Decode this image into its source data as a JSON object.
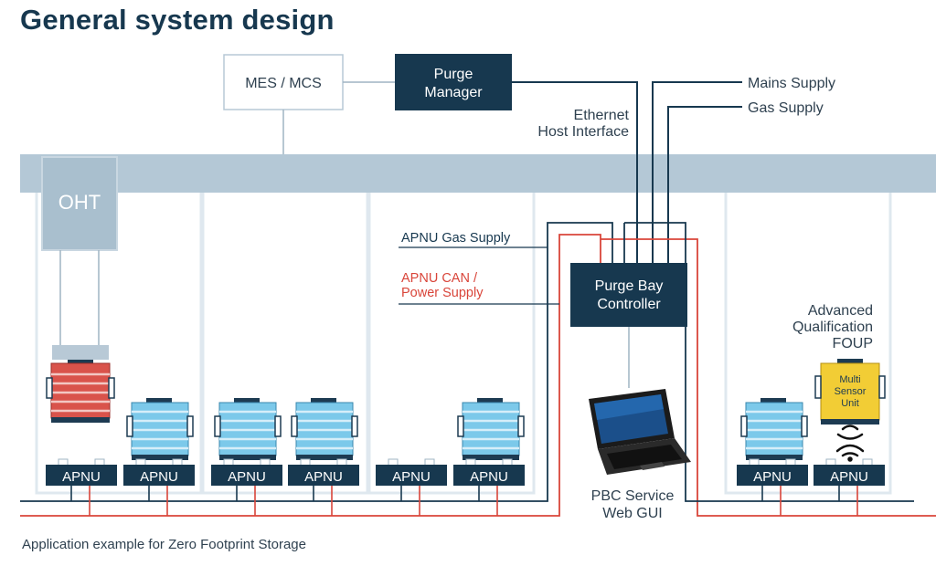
{
  "title": "General system design",
  "caption": "Application example for Zero Footprint Storage",
  "boxes": {
    "mes_mcs": "MES / MCS",
    "purge_manager": [
      "Purge",
      "Manager"
    ],
    "oht": "OHT",
    "purge_bay_controller": [
      "Purge Bay",
      "Controller"
    ]
  },
  "labels": {
    "mains_supply": "Mains Supply",
    "gas_supply": "Gas Supply",
    "ethernet_host_interface": [
      "Ethernet",
      "Host Interface"
    ],
    "apnu_gas_supply": "APNU Gas Supply",
    "apnu_can_power_supply": [
      "APNU CAN /",
      "Power Supply"
    ],
    "advanced_qualification_foup": [
      "Advanced",
      "Qualification",
      "FOUP"
    ],
    "multi_sensor_unit": [
      "Multi",
      "Sensor",
      "Unit"
    ],
    "pbc_service_web_gui": [
      "PBC Service",
      "Web GUI"
    ]
  },
  "apnu_units": [
    "APNU",
    "APNU",
    "APNU",
    "APNU",
    "APNU",
    "APNU",
    "APNU",
    "APNU"
  ],
  "colors": {
    "navy": "#17384f",
    "rail": "#b4c8d6",
    "oht": "#a9bfce",
    "red_line": "#d9453a",
    "foup_blue": "#7cc9ea",
    "foup_red": "#d9534b",
    "foup_yellow": "#f2cd35"
  }
}
